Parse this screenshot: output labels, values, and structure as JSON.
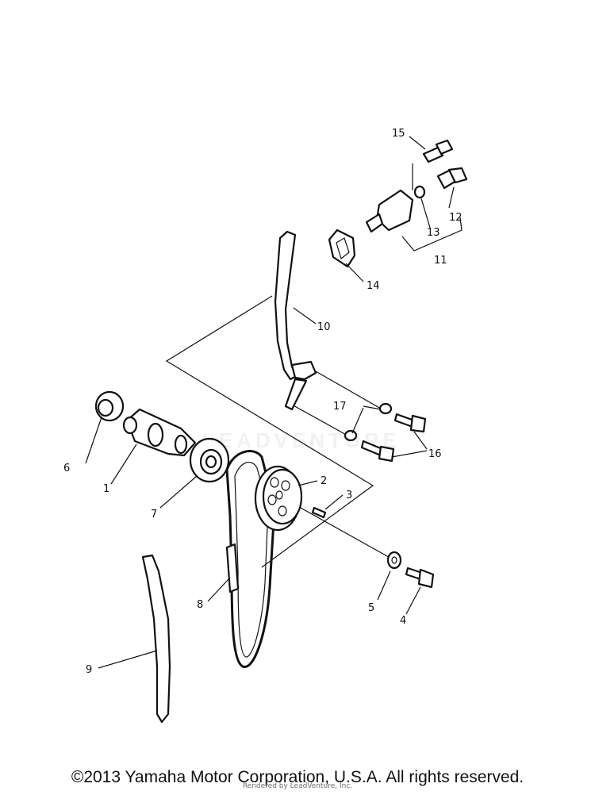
{
  "callouts": {
    "c1": "1",
    "c2": "2",
    "c3": "3",
    "c4": "4",
    "c5": "5",
    "c6": "6",
    "c7": "7",
    "c8": "8",
    "c9": "9",
    "c10": "10",
    "c11": "11",
    "c12": "12",
    "c13": "13",
    "c14": "14",
    "c15": "15",
    "c16": "16",
    "c17": "17"
  },
  "footer": {
    "copyright": "©2013 Yamaha Motor Corporation, U.S.A. All rights reserved.",
    "render_note": "Rendered by LeadVenture, Inc."
  },
  "watermark": "LEADVENTURE",
  "colors": {
    "ink": "#111111",
    "background": "#ffffff"
  }
}
